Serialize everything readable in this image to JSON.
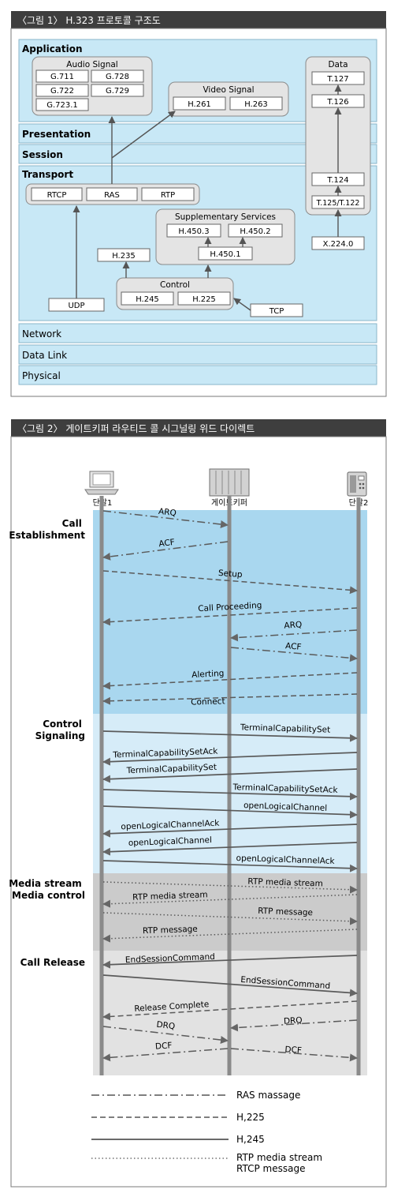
{
  "figure1": {
    "title": "〈그림 1〉 H.323 프로토콜 구조도",
    "layers": {
      "application": "Application",
      "presentation": "Presentation",
      "session": "Session",
      "transport": "Transport",
      "network": "Network",
      "data_link": "Data Link",
      "physical": "Physical"
    },
    "audio": {
      "title": "Audio Signal",
      "codecs": [
        "G.711",
        "G.728",
        "G.722",
        "G.729",
        "G.723.1"
      ]
    },
    "video": {
      "title": "Video Signal",
      "codecs": [
        "H.261",
        "H.263"
      ]
    },
    "data": {
      "title": "Data",
      "stack": [
        "T.127",
        "T.126",
        "T.124",
        "T.125/T.122"
      ],
      "x224": "X.224.0"
    },
    "transport_protocols": [
      "RTCP",
      "RAS",
      "RTP"
    ],
    "supplementary": {
      "title": "Supplementary Services",
      "items": [
        "H.450.3",
        "H.450.2",
        "H.450.1"
      ]
    },
    "h235": "H.235",
    "control": {
      "title": "Control",
      "items": [
        "H.245",
        "H.225"
      ]
    },
    "udp": "UDP",
    "tcp": "TCP"
  },
  "figure2": {
    "title": "〈그림 2〉 게이트키퍼 라우티드 콜 시그널링 위드 다이렉트",
    "entities": [
      "단말1",
      "게이트키퍼",
      "단말2"
    ],
    "phases": {
      "call_establishment": "Call\nEstablishment",
      "control_signaling": "Control\nSignaling",
      "media": "Media stream\nMedia control",
      "call_release": "Call Release"
    },
    "messages": {
      "call_establishment": [
        "ARQ",
        "ACF",
        "Setup",
        "Call Proceeding",
        "ARQ",
        "ACF",
        "Alerting",
        "Connect"
      ],
      "control_signaling": [
        "TerminalCapabilitySet",
        "TerminalCapabilitySetAck",
        "TerminalCapabilitySet",
        "TerminalCapabilitySetAck",
        "openLogicalChannel",
        "openLogicalChannelAck",
        "openLogicalChannel",
        "openLogicalChannelAck"
      ],
      "media": [
        "RTP media stream",
        "RTP media stream",
        "RTP message",
        "RTP message"
      ],
      "call_release": [
        "EndSessionCommand",
        "EndSessionCommand",
        "Release Complete",
        "DRQ",
        "DRQ",
        "DCF",
        "DCF"
      ]
    },
    "legend": [
      "RAS massage",
      "H,225",
      "H,245",
      "RTP media stream\nRTCP message"
    ]
  }
}
